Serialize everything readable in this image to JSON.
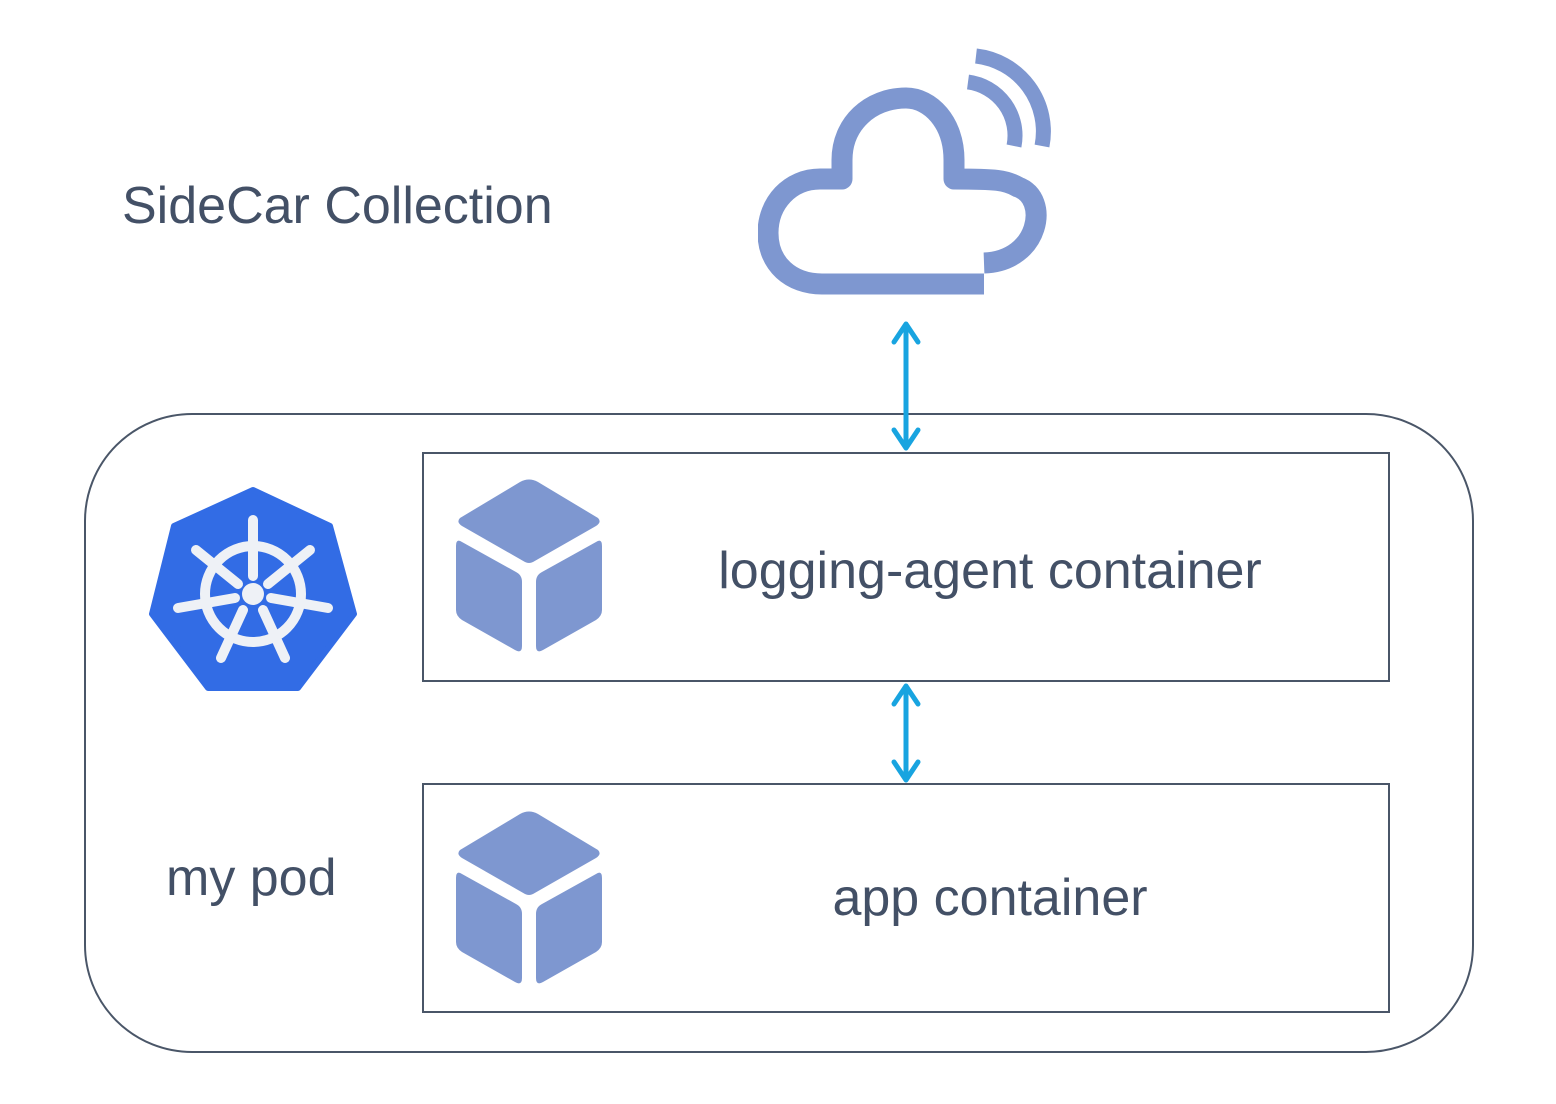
{
  "title": "SideCar Collection",
  "pod": {
    "label": "my pod",
    "icon": "kubernetes-icon"
  },
  "containers": [
    {
      "label": "logging-agent container",
      "icon": "container-cube-icon"
    },
    {
      "label": "app container",
      "icon": "container-cube-icon"
    }
  ],
  "cloud": {
    "icon": "cloud-signal-icon"
  },
  "colors": {
    "text": "#435066",
    "outline": "#4a5668",
    "icon_blue": "#7e97d0",
    "k8s_blue": "#326ce5",
    "arrow": "#18a4e0"
  }
}
